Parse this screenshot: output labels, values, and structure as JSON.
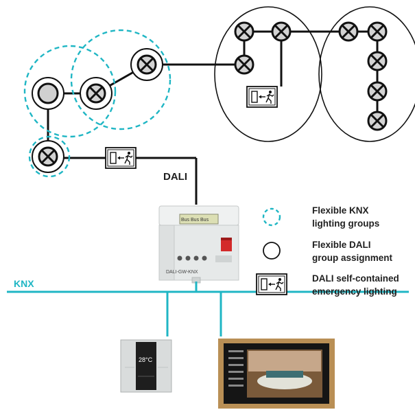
{
  "labels": {
    "dali": "DALI",
    "knx": "KNX"
  },
  "legend": [
    {
      "icon": "dashed-circle-icon",
      "line1": "Flexible KNX",
      "line2": "lighting groups"
    },
    {
      "icon": "circle-icon",
      "line1": "Flexible DALI",
      "line2": "group assignment"
    },
    {
      "icon": "emergency-exit-icon",
      "line1": "DALI self-contained",
      "line2": "emergency lighting"
    }
  ],
  "controller": {
    "display_text": "Bus  Bus  Bus",
    "bottom_text": "DALI-GW-KNX"
  },
  "thermostat": {
    "display_text": "28°C"
  },
  "colors": {
    "knx_accent": "#1fb6c4",
    "line": "#111111",
    "lamp_fill": "#d0d0d0",
    "device_body": "#e8eaea"
  }
}
